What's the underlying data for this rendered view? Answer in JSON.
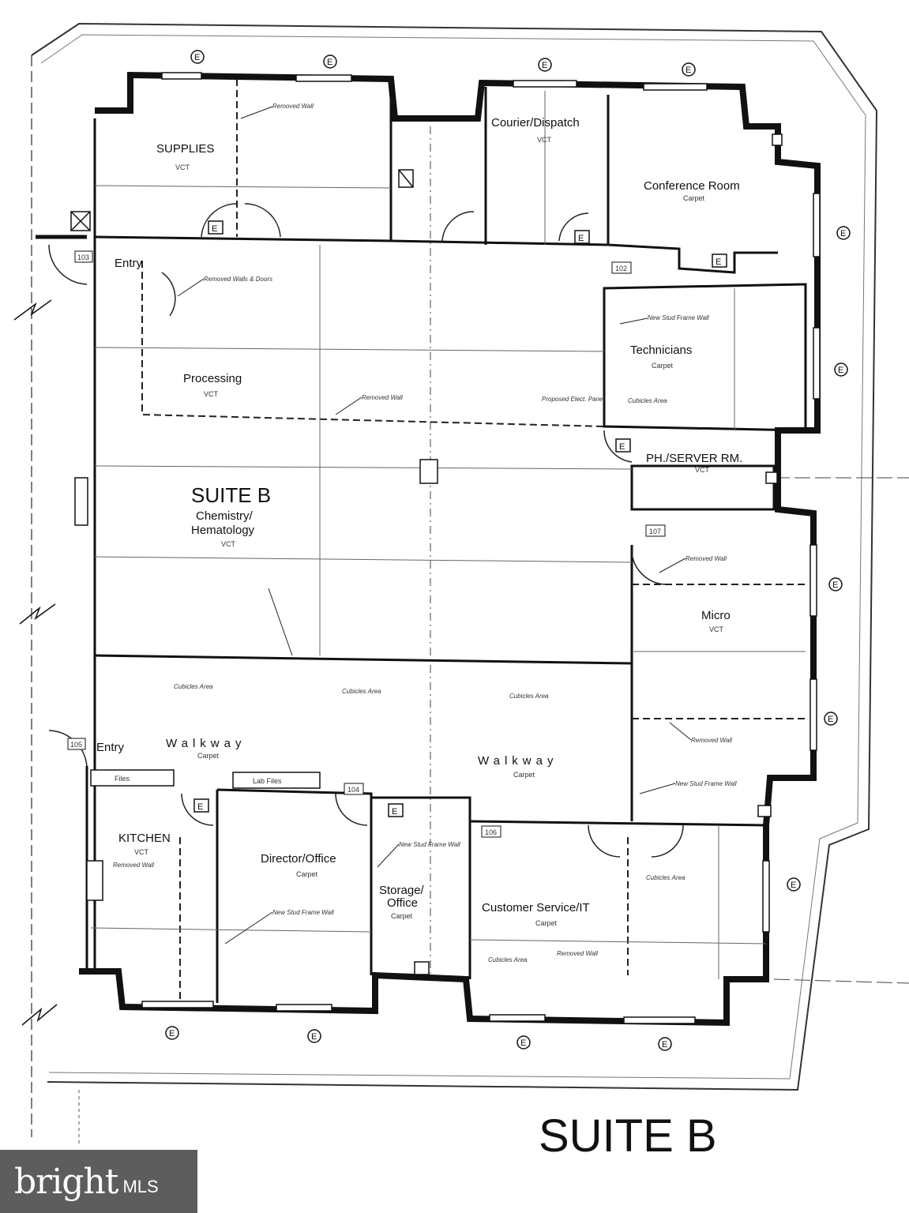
{
  "plan_title": "SUITE B",
  "center_title": "SUITE B",
  "rooms": {
    "supplies": "SUPPLIES",
    "courier": "Courier/Dispatch",
    "conference": "Conference Room",
    "entry_top": "Entry",
    "processing": "Processing",
    "technicians": "Technicians",
    "phl_server": "PH./SERVER RM.",
    "chemistry_1": "Chemistry/",
    "chemistry_2": "Hematology",
    "micro": "Micro",
    "entry_left": "Entry",
    "walkway_left": "Walkway",
    "walkway_right": "Walkway",
    "kitchen": "KITCHEN",
    "director": "Director/Office",
    "storage_1": "Storage/",
    "storage_2": "Office",
    "customer": "Customer Service/IT"
  },
  "finishes": {
    "vct": "VCT",
    "carpet": "Carpet"
  },
  "notes": {
    "removed_wall": "Removed Wall",
    "removed_walls_doors": "Removed Walls & Doors",
    "new_stud_frame_wall": "New Stud Frame Wall",
    "proposed_panel": "Proposed Elect. Panel",
    "cubicles_area": "Cubicles Area",
    "files": "Files",
    "lab_files": "Lab Files"
  },
  "door_numbers": [
    "103",
    "102",
    "107",
    "105",
    "104",
    "106"
  ],
  "exterior_mark": "E",
  "watermark": {
    "brand": "bright",
    "suffix": "MLS"
  }
}
